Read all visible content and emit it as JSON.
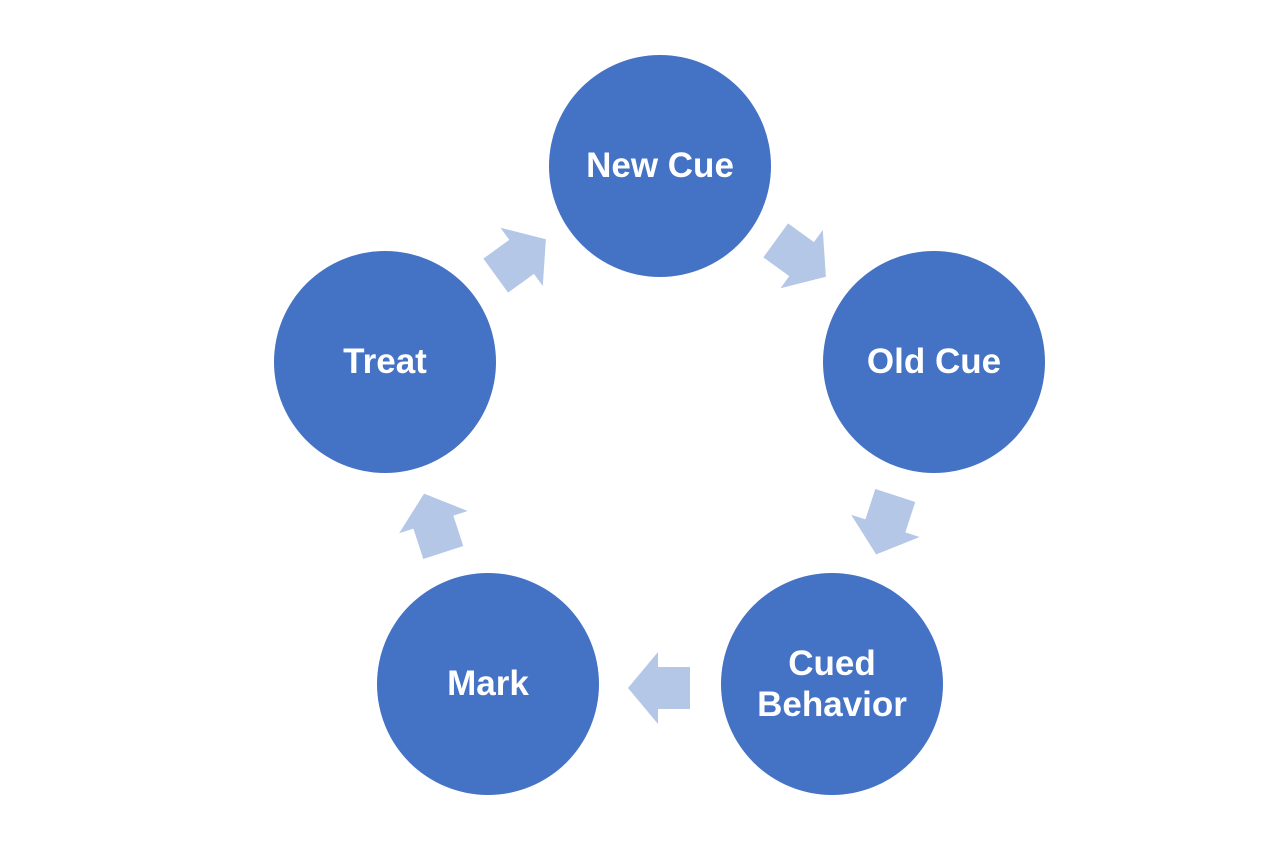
{
  "diagram": {
    "type": "cycle",
    "direction": "clockwise",
    "colors": {
      "node_fill": "#4472C4",
      "node_text": "#FFFFFF",
      "arrow_fill": "#B4C7E7",
      "background": "#FFFFFF"
    },
    "nodes": [
      {
        "label": "New Cue",
        "position": "top"
      },
      {
        "label": "Old Cue",
        "position": "right"
      },
      {
        "label": "Cued Behavior",
        "position": "bottom-right"
      },
      {
        "label": "Mark",
        "position": "bottom-left"
      },
      {
        "label": "Treat",
        "position": "left"
      }
    ],
    "arrows": [
      {
        "from": "New Cue",
        "to": "Old Cue"
      },
      {
        "from": "Old Cue",
        "to": "Cued Behavior"
      },
      {
        "from": "Cued Behavior",
        "to": "Mark"
      },
      {
        "from": "Mark",
        "to": "Treat"
      },
      {
        "from": "Treat",
        "to": "New Cue"
      }
    ]
  }
}
